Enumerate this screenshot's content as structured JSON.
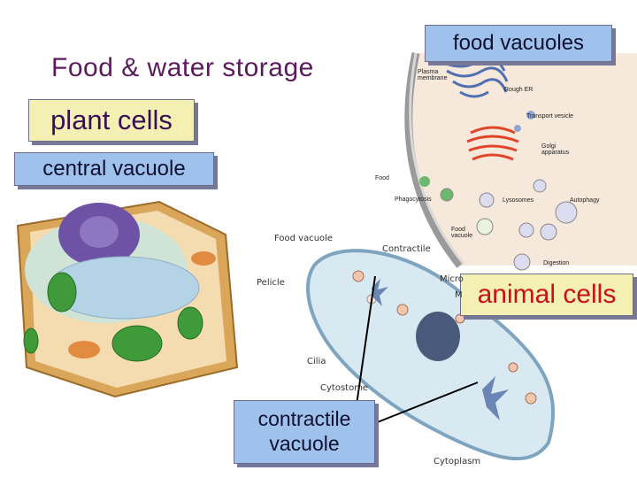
{
  "title": "Food & water storage",
  "labels": {
    "plant_cells": "plant cells",
    "central_vacuole": "central vacuole",
    "food_vacuoles": "food vacuoles",
    "animal_cells": "animal cells",
    "contractile_vacuole_line1": "contractile",
    "contractile_vacuole_line2": "vacuole"
  },
  "animal_cell_diagram": {
    "plasma_membrane_line1": "Plasma",
    "plasma_membrane_line2": "membrane",
    "rough_er": "Rough ER",
    "transport_vesicle": "Transport vesicle",
    "golgi_line1": "Golgi",
    "golgi_line2": "apparatus",
    "food": "Food",
    "phagocytosis": "Phagocytosis",
    "lysosomes": "Lysosomes",
    "autophagy": "Autophagy",
    "food_vacuole_line1": "Food",
    "food_vacuole_line2": "vacuole",
    "digestion": "Digestion"
  },
  "paramecium_diagram": {
    "food_vacuole": "Food vacuole",
    "contractile": "Contractile",
    "pellicle": "Pelicle",
    "micro": "Micro",
    "m": "M",
    "cilia": "Cilia",
    "cytostome": "Cytostome",
    "cytoplasm": "Cytoplasm"
  },
  "colors": {
    "title": "#5b1a5b",
    "label_yellow": "#f4f0b4",
    "label_blue": "#9fc2ec",
    "animal_cells_text": "#c8101a"
  }
}
